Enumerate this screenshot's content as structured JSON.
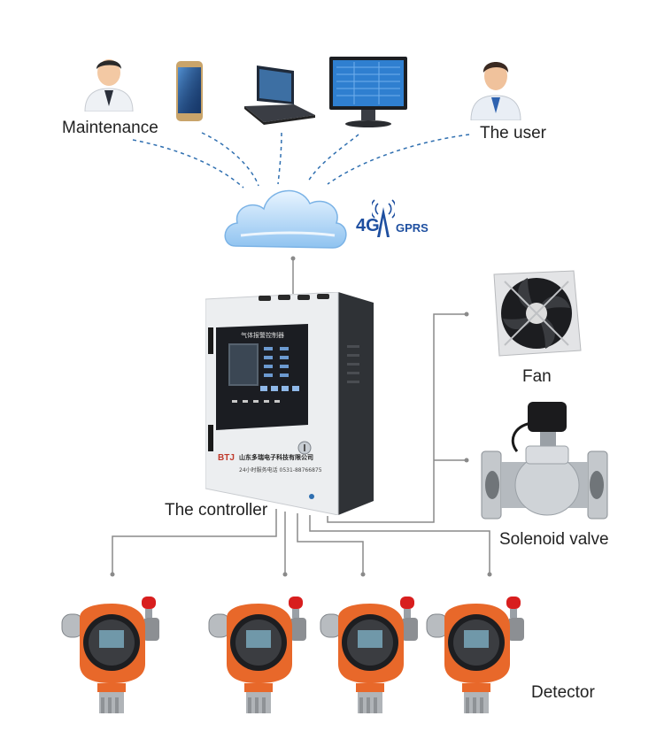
{
  "labels": {
    "maintenance": "Maintenance",
    "the_user": "The user",
    "network_4g": "4G",
    "network_gprs": "GPRS",
    "fan": "Fan",
    "the_controller": "The controller",
    "solenoid_valve": "Solenoid valve",
    "detector": "Detector"
  },
  "controller_panel": {
    "header_text": "气体报警控制器",
    "brand_logo": "BTJ",
    "company_name": "山东多瑞电子科技有限公司",
    "service_line": "24小时服务电话 0531-88766875"
  },
  "colors": {
    "connector_line": "#8a8a8a",
    "dashed_link": "#2f6fb0",
    "detector_orange": "#e8682a",
    "alarm_red": "#d81e1e",
    "gprs_blue": "#1e4fa0"
  },
  "icons": [
    "maintenance-person-icon",
    "smartphone-icon",
    "laptop-icon",
    "desktop-monitor-icon",
    "user-person-icon",
    "cloud-icon",
    "antenna-tower-icon",
    "fan-icon",
    "solenoid-valve-icon",
    "controller-cabinet-icon",
    "detector-icon"
  ]
}
